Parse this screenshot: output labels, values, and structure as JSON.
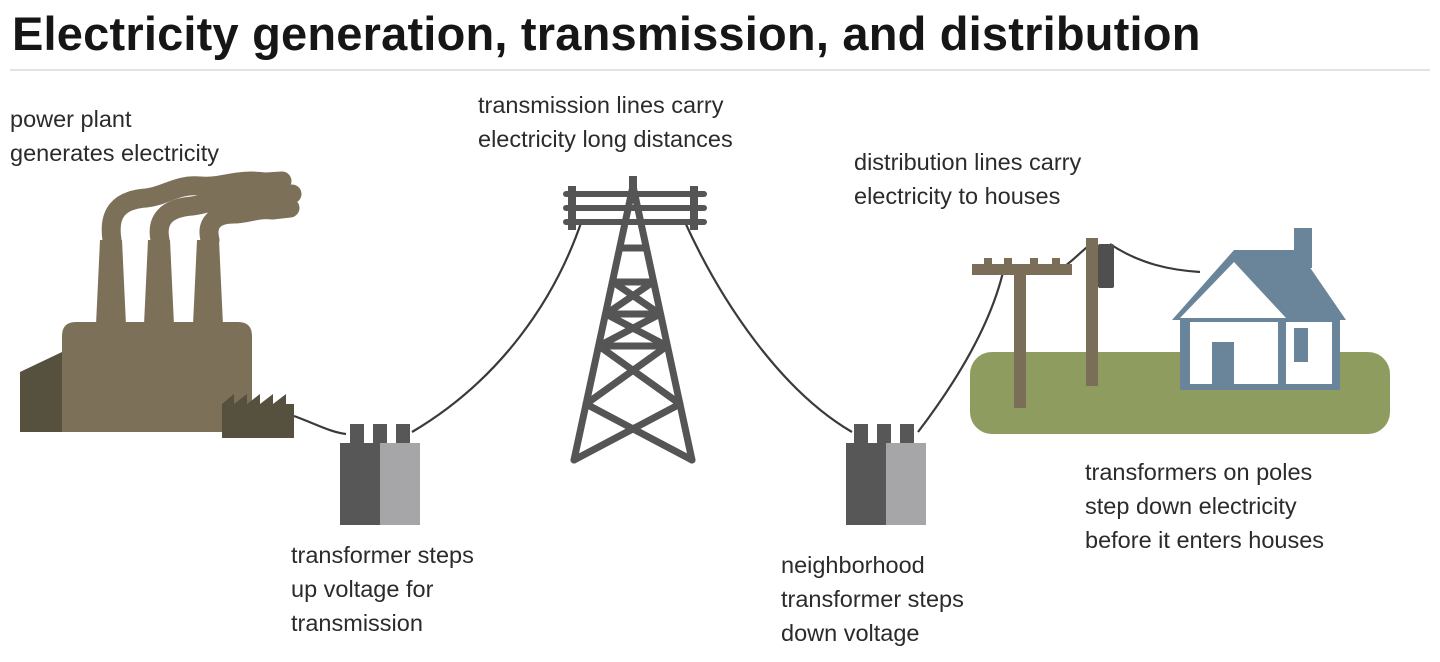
{
  "title": "Electricity generation, transmission, and distribution",
  "colors": {
    "plant": "#7d7059",
    "plant_dark": "#56503f",
    "tower": "#555555",
    "transformer_dark": "#575757",
    "transformer_light": "#a6a6a8",
    "ground": "#8f9c5f",
    "house": "#6a8599",
    "pole": "#7a6e58",
    "wire": "#3a3a3a"
  },
  "captions": {
    "power_plant": "power plant\ngenerates electricity",
    "transmission_lines": "transmission lines carry\nelectricity long distances",
    "distribution_lines": "distribution lines carry\nelectricity to houses",
    "step_up_transformer": "transformer steps\nup voltage for\ntransmission",
    "neighborhood_transformer": "neighborhood\ntransformer steps\ndown voltage",
    "pole_transformers": "transformers on poles\nstep down electricity\nbefore it enters houses"
  },
  "icons": {
    "power_plant": "power-plant-icon",
    "step_up_transformer": "step-up-transformer-icon",
    "transmission_tower": "transmission-tower-icon",
    "neighborhood_transformer": "neighborhood-transformer-icon",
    "utility_pole": "utility-pole-icon",
    "house": "house-icon"
  }
}
